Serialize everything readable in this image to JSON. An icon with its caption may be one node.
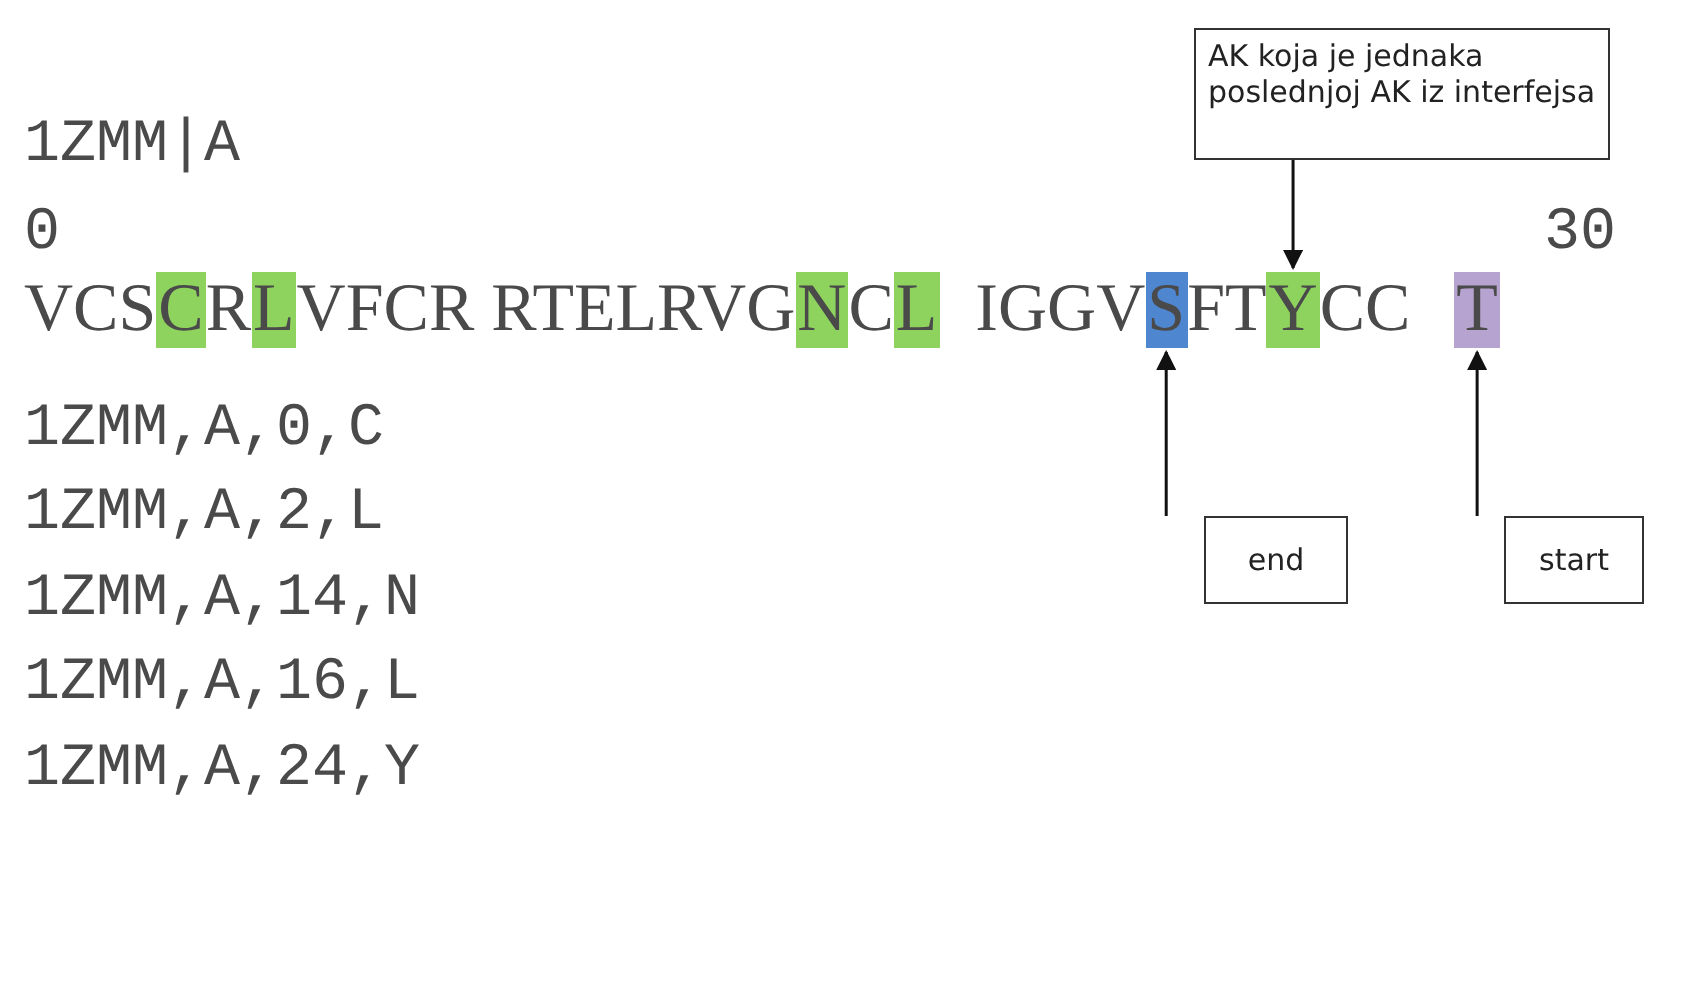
{
  "diagram": {
    "nodes": [
      {
        "text": [
          "AK koja je jednaka poslednjoj AK iz interfejsa"
        ]
      },
      {
        "text": [
          "C"
        ]
      },
      {
        "text": [
          "L"
        ]
      },
      {
        "text": [
          "N"
        ]
      },
      {
        "text": [
          "L"
        ]
      },
      {
        "text": [
          "S"
        ]
      },
      {
        "text": [
          "Y"
        ]
      },
      {
        "text": [
          "T"
        ]
      },
      {
        "text": [
          "end"
        ]
      },
      {
        "text": [
          "start"
        ]
      }
    ],
    "edges": [
      {
        "from": 0,
        "to": 6,
        "arrow": "to"
      },
      {
        "from": 8,
        "to": 5,
        "arrow": "to"
      },
      {
        "from": 9,
        "to": 7,
        "arrow": "to"
      }
    ],
    "labels": [
      "1ZMM|A",
      "0",
      "30",
      "VCS",
      "R",
      "VFCR RTELRVG",
      "C",
      "IGGV",
      "FT",
      "CC",
      "1ZMM,A,0,C",
      "1ZMM,A,2,L",
      "1ZMM,A,14,N",
      "1ZMM,A,16,L",
      "1ZMM,A,24,Y"
    ]
  }
}
